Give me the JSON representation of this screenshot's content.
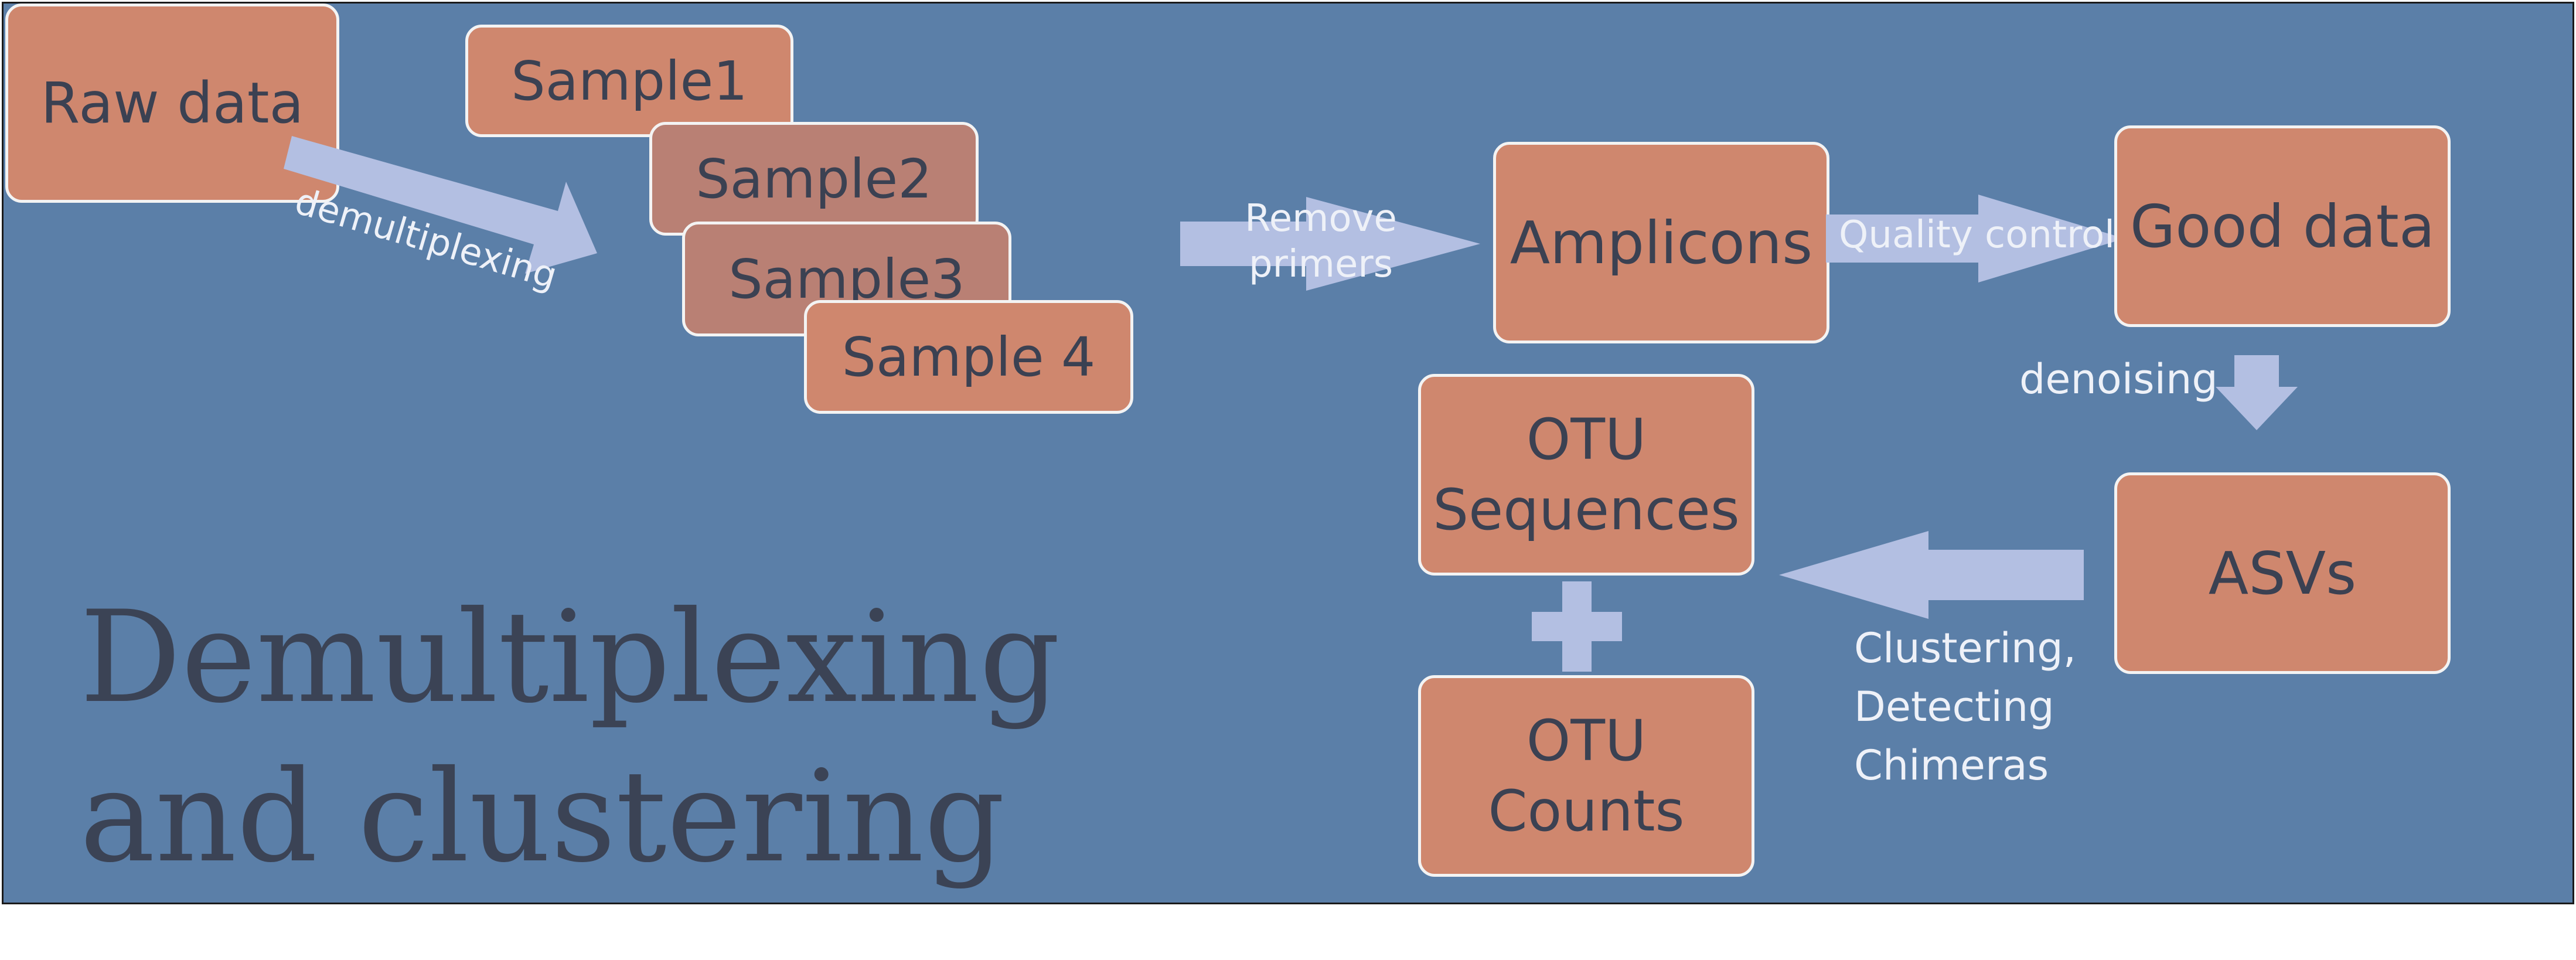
{
  "boxes": {
    "raw_data": "Raw data",
    "sample1": "Sample1",
    "sample2": "Sample2",
    "sample3": "Sample3",
    "sample4": "Sample 4",
    "amplicons": "Amplicons",
    "good_data": "Good data",
    "asvs": "ASVs",
    "otu_sequences_line1": "OTU",
    "otu_sequences_line2": "Sequences",
    "otu_counts_line1": "OTU",
    "otu_counts_line2": "Counts"
  },
  "arrows": {
    "demultiplexing": "demultiplexing",
    "remove_primers_line1": "Remove",
    "remove_primers_line2": "primers",
    "quality_control": "Quality control",
    "denoising": "denoising",
    "clustering_line1": "Clustering,",
    "clustering_line2": "Detecting",
    "clustering_line3": "Chimeras"
  },
  "title": {
    "line1": "Demultiplexing",
    "line2": "and clustering"
  },
  "colors": {
    "background": "#5b7fa8",
    "box_fill": "#cf876e",
    "arrow_fill": "#b3bfe2",
    "title_text": "#3b4355"
  }
}
